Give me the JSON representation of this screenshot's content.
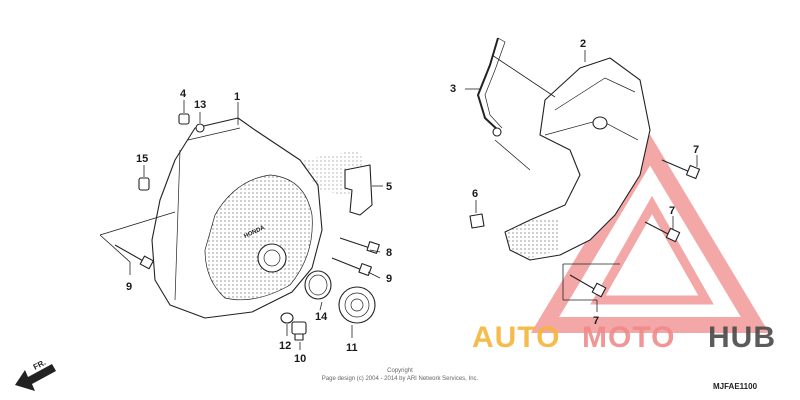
{
  "callouts": {
    "c1": "1",
    "c2": "2",
    "c3": "3",
    "c4": "4",
    "c5": "5",
    "c6": "6",
    "c7a": "7",
    "c7b": "7",
    "c7c": "7",
    "c8": "8",
    "c9a": "9",
    "c9b": "9",
    "c10": "10",
    "c11": "11",
    "c12": "12",
    "c13": "13",
    "c14": "14",
    "c15": "15"
  },
  "direction_label": "FR.",
  "copyright_line1": "Copyright",
  "copyright_line2": "Page design (c) 2004 - 2014 by ARI Network Services, Inc.",
  "diagram_code": "MJFAE1100",
  "watermark": {
    "word1": "AUTO",
    "word2": "MOTO",
    "word3": "HUB",
    "color_orange": "#f5b53a",
    "color_red": "#f08a8a",
    "color_dark": "#4a4a4a"
  }
}
